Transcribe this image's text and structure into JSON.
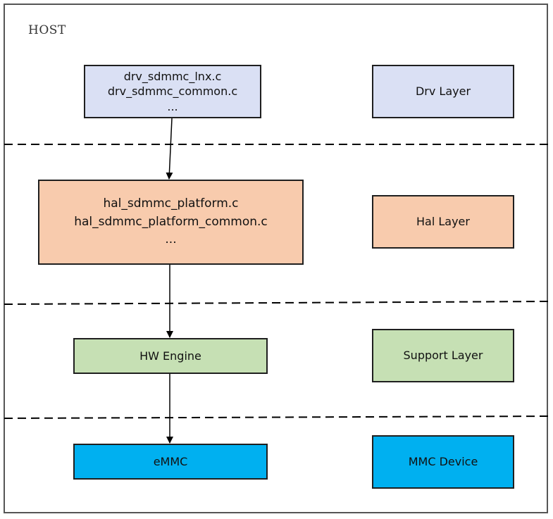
{
  "host": {
    "label": "HOST"
  },
  "colors": {
    "drv": "#dae0f4",
    "hal": "#f8cbad",
    "support": "#c6e0b4",
    "device": "#00b0f0"
  },
  "layers": [
    {
      "id": "drv",
      "files": [
        "drv_sdmmc_lnx.c",
        "drv_sdmmc_common.c",
        "..."
      ],
      "layer_label": "Drv Layer"
    },
    {
      "id": "hal",
      "files": [
        "hal_sdmmc_platform.c",
        "hal_sdmmc_platform_common.c",
        "..."
      ],
      "layer_label": "Hal Layer"
    },
    {
      "id": "support",
      "component": "HW Engine",
      "layer_label": "Support Layer"
    },
    {
      "id": "device",
      "component": "eMMC",
      "layer_label": "MMC Device"
    }
  ]
}
